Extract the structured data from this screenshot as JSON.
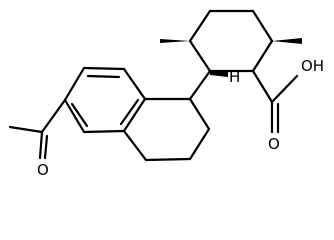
{
  "molecule": {
    "atom_labels": {
      "oh": "OH",
      "acid_o": "O",
      "ketone_o": "O",
      "h": "H"
    },
    "colors": {
      "bond": "#000000",
      "background": "#ffffff"
    }
  }
}
